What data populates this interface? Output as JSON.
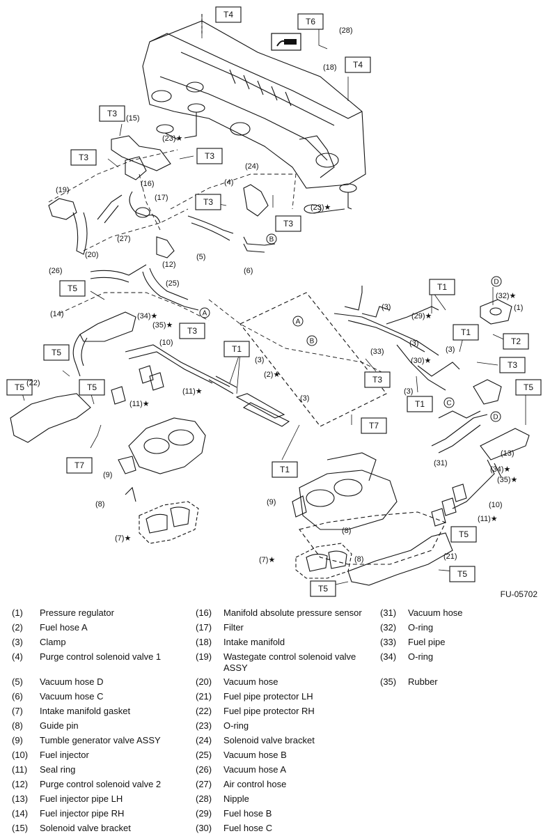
{
  "figure_code": "FU-05702",
  "torque_boxes": [
    "T1",
    "T2",
    "T3",
    "T4",
    "T5",
    "T6",
    "T7"
  ],
  "callout_letters": [
    "A",
    "B",
    "C",
    "D"
  ],
  "legend": [
    {
      "num": "(1)",
      "text": "Pressure regulator"
    },
    {
      "num": "(2)",
      "text": "Fuel hose A"
    },
    {
      "num": "(3)",
      "text": "Clamp"
    },
    {
      "num": "(4)",
      "text": "Purge control solenoid valve 1"
    },
    {
      "num": "(5)",
      "text": "Vacuum hose D"
    },
    {
      "num": "(6)",
      "text": "Vacuum hose C"
    },
    {
      "num": "(7)",
      "text": "Intake manifold gasket"
    },
    {
      "num": "(8)",
      "text": "Guide pin"
    },
    {
      "num": "(9)",
      "text": "Tumble generator valve ASSY"
    },
    {
      "num": "(10)",
      "text": "Fuel injector"
    },
    {
      "num": "(11)",
      "text": "Seal ring"
    },
    {
      "num": "(12)",
      "text": "Purge control solenoid valve 2"
    },
    {
      "num": "(13)",
      "text": "Fuel injector pipe LH"
    },
    {
      "num": "(14)",
      "text": "Fuel injector pipe RH"
    },
    {
      "num": "(15)",
      "text": "Solenoid valve bracket"
    },
    {
      "num": "(16)",
      "text": "Manifold absolute pressure sensor"
    },
    {
      "num": "(17)",
      "text": "Filter"
    },
    {
      "num": "(18)",
      "text": "Intake manifold"
    },
    {
      "num": "(19)",
      "text": "Wastegate control solenoid valve ASSY"
    },
    {
      "num": "(20)",
      "text": "Vacuum hose"
    },
    {
      "num": "(21)",
      "text": "Fuel pipe protector LH"
    },
    {
      "num": "(22)",
      "text": "Fuel pipe protector RH"
    },
    {
      "num": "(23)",
      "text": "O-ring"
    },
    {
      "num": "(24)",
      "text": "Solenoid valve bracket"
    },
    {
      "num": "(25)",
      "text": "Vacuum hose B"
    },
    {
      "num": "(26)",
      "text": "Vacuum hose A"
    },
    {
      "num": "(27)",
      "text": "Air control hose"
    },
    {
      "num": "(28)",
      "text": "Nipple"
    },
    {
      "num": "(29)",
      "text": "Fuel hose B"
    },
    {
      "num": "(30)",
      "text": "Fuel hose C"
    },
    {
      "num": "(31)",
      "text": "Vacuum hose"
    },
    {
      "num": "(32)",
      "text": "O-ring"
    },
    {
      "num": "(33)",
      "text": "Fuel pipe"
    },
    {
      "num": "(34)",
      "text": "O-ring"
    },
    {
      "num": "(35)",
      "text": "Rubber"
    }
  ]
}
